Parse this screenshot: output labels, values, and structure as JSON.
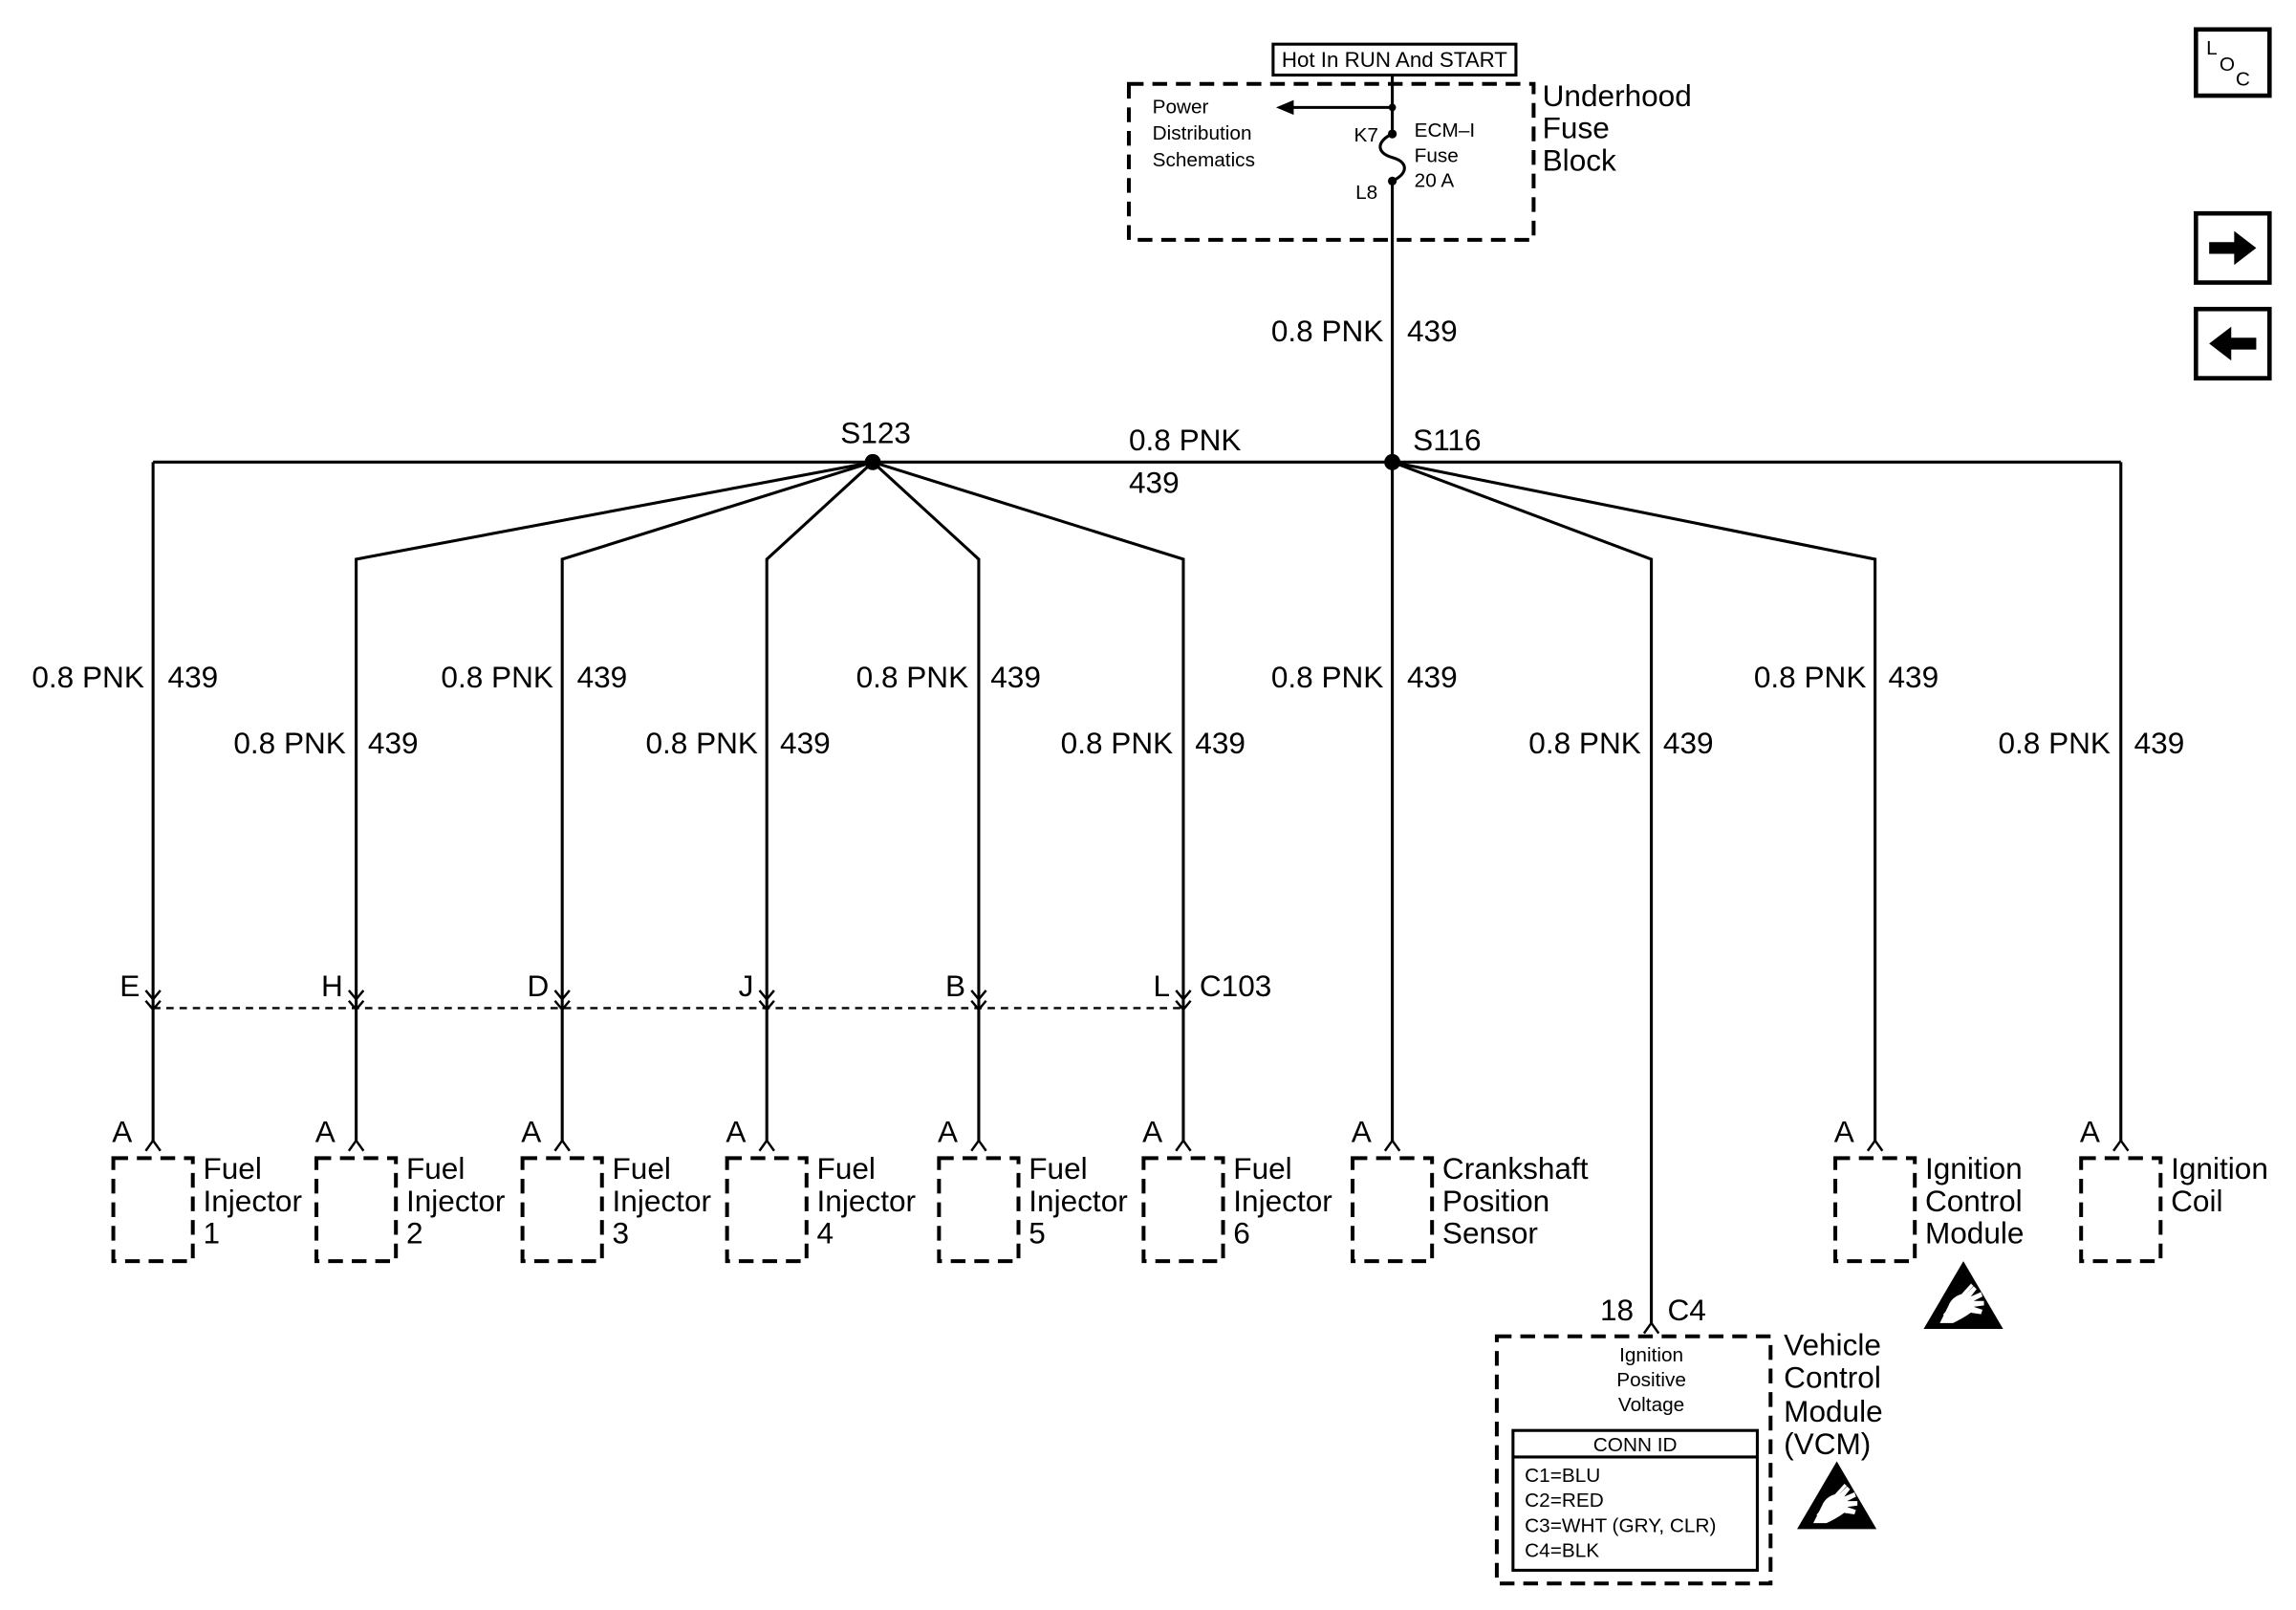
{
  "power_source": {
    "label": "Hot In RUN And START"
  },
  "fuse_block": {
    "name_lines": [
      "Underhood",
      "Fuse",
      "Block"
    ],
    "power_distribution_lines": [
      "Power",
      "Distribution",
      "Schematics"
    ],
    "input_terminal": "K7",
    "output_terminal": "L8",
    "fuse_lines": [
      "ECM–I",
      "Fuse",
      "20 A"
    ]
  },
  "feed_wire": {
    "size_color": "0.8 PNK",
    "circuit": "439"
  },
  "splices": {
    "left": "S123",
    "right": "S116"
  },
  "bus_wire": {
    "size_color": "0.8 PNK",
    "circuit": "439"
  },
  "branch_wires": [
    {
      "size_color": "0.8 PNK",
      "circuit": "439"
    },
    {
      "size_color": "0.8 PNK",
      "circuit": "439"
    },
    {
      "size_color": "0.8 PNK",
      "circuit": "439"
    },
    {
      "size_color": "0.8 PNK",
      "circuit": "439"
    },
    {
      "size_color": "0.8 PNK",
      "circuit": "439"
    },
    {
      "size_color": "0.8 PNK",
      "circuit": "439"
    },
    {
      "size_color": "0.8 PNK",
      "circuit": "439"
    },
    {
      "size_color": "0.8 PNK",
      "circuit": "439"
    },
    {
      "size_color": "0.8 PNK",
      "circuit": "439"
    },
    {
      "size_color": "0.8 PNK",
      "circuit": "439"
    }
  ],
  "connector_c103": {
    "name": "C103",
    "cavities": [
      "E",
      "H",
      "D",
      "J",
      "B",
      "L"
    ]
  },
  "components": [
    {
      "terminal": "A",
      "name_lines": [
        "Fuel",
        "Injector",
        "1"
      ]
    },
    {
      "terminal": "A",
      "name_lines": [
        "Fuel",
        "Injector",
        "2"
      ]
    },
    {
      "terminal": "A",
      "name_lines": [
        "Fuel",
        "Injector",
        "3"
      ]
    },
    {
      "terminal": "A",
      "name_lines": [
        "Fuel",
        "Injector",
        "4"
      ]
    },
    {
      "terminal": "A",
      "name_lines": [
        "Fuel",
        "Injector",
        "5"
      ]
    },
    {
      "terminal": "A",
      "name_lines": [
        "Fuel",
        "Injector",
        "6"
      ]
    },
    {
      "terminal": "A",
      "name_lines": [
        "Crankshaft",
        "Position",
        "Sensor"
      ]
    },
    {
      "terminal": "A",
      "name_lines": [
        "Ignition",
        "Control",
        "Module"
      ]
    },
    {
      "terminal": "A",
      "name_lines": [
        "Ignition",
        "Coil"
      ]
    }
  ],
  "vcm": {
    "terminal": "18",
    "connector": "C4",
    "pin_function_lines": [
      "Ignition",
      "Positive",
      "Voltage"
    ],
    "name_lines": [
      "Vehicle",
      "Control",
      "Module",
      "(VCM)"
    ],
    "conn_id": {
      "header": "CONN ID",
      "rows": [
        "C1=BLU",
        "C2=RED",
        "C3=WHT (GRY, CLR)",
        "C4=BLK"
      ]
    }
  },
  "navigation": {
    "locator_letters": [
      "L",
      "O",
      "C"
    ],
    "next_icon": "arrow-right-icon",
    "previous_icon": "arrow-left-icon"
  },
  "icons": {
    "static_sensitive": "esd-sensitive-icon"
  }
}
